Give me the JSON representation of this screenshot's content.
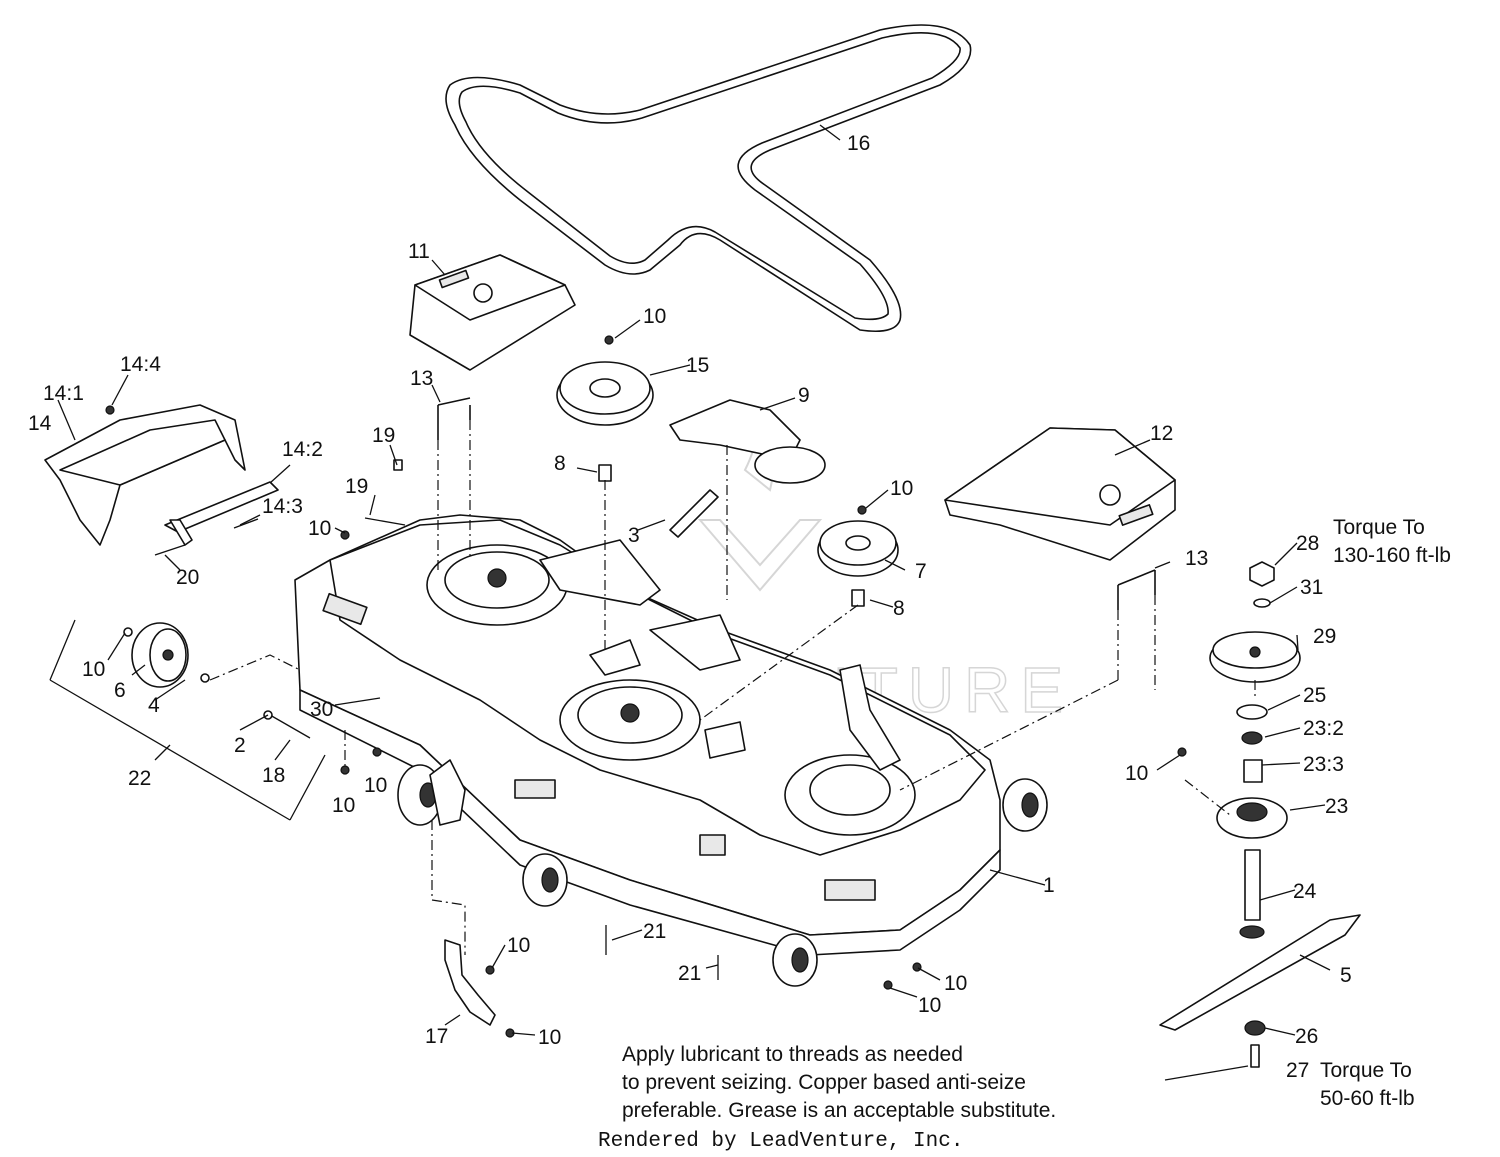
{
  "callouts": {
    "c1": "1",
    "c2": "2",
    "c3": "3",
    "c4": "4",
    "c5": "5",
    "c6": "6",
    "c7": "7",
    "c8a": "8",
    "c8b": "8",
    "c9": "9",
    "c11": "11",
    "c12": "12",
    "c13a": "13",
    "c13b": "13",
    "c14": "14",
    "c14_1": "14:1",
    "c14_2": "14:2",
    "c14_3": "14:3",
    "c14_4": "14:4",
    "c15": "15",
    "c16": "16",
    "c17": "17",
    "c18": "18",
    "c19a": "19",
    "c19b": "19",
    "c20": "20",
    "c21a": "21",
    "c21b": "21",
    "c22": "22",
    "c23": "23",
    "c23_2": "23:2",
    "c23_3": "23:3",
    "c24": "24",
    "c25": "25",
    "c26": "26",
    "c27": "27",
    "c28": "28",
    "c29": "29",
    "c30": "30",
    "c31": "31",
    "c10a": "10",
    "c10b": "10",
    "c10c": "10",
    "c10d": "10",
    "c10e": "10",
    "c10f": "10",
    "c10g": "10",
    "c10h": "10",
    "c10i": "10",
    "c10j": "10",
    "c10k": "10"
  },
  "torque_notes": {
    "top_line1": "Torque To",
    "top_line2": "130-160 ft-lb",
    "bottom_line1": "Torque To",
    "bottom_line2": "50-60 ft-lb"
  },
  "lubricant_note": {
    "line1": "Apply lubricant to threads as needed",
    "line2": "to prevent seizing. Copper based anti-seize",
    "line3": "preferable. Grease is an acceptable substitute."
  },
  "footer": "Rendered by LeadVenture, Inc.",
  "watermark": "LEADVENTURE"
}
